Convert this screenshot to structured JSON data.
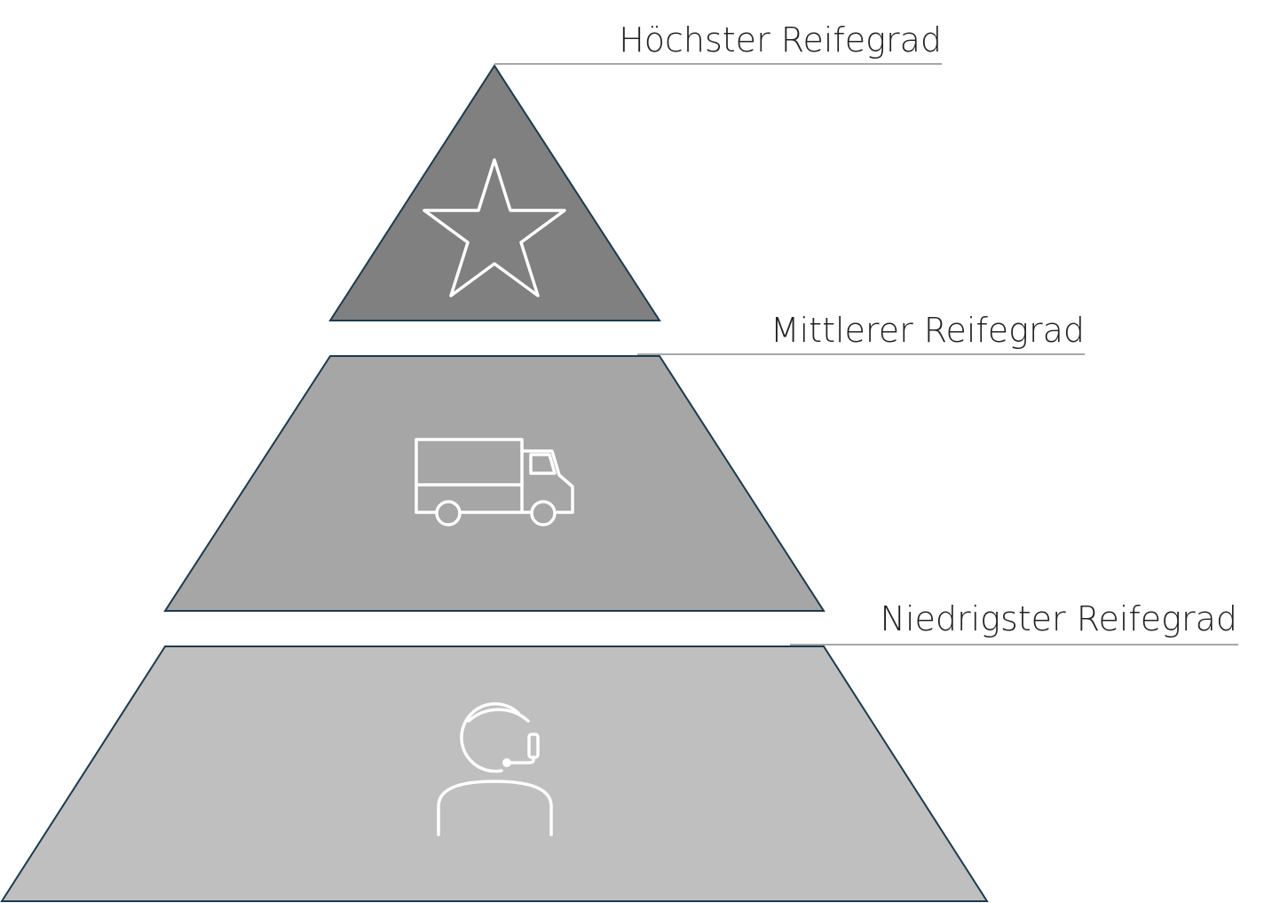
{
  "levels": [
    {
      "label": "Höchster Reifegrad",
      "icon": "star-icon",
      "color": "#808080"
    },
    {
      "label": "Mittlerer Reifegrad",
      "icon": "truck-icon",
      "color": "#a6a6a6"
    },
    {
      "label": "Niedrigster Reifegrad",
      "icon": "headset-agent-icon",
      "color": "#bfbfbf"
    }
  ],
  "colors": {
    "outline": "#1c3a4f",
    "leader_line": "#8a8a8a",
    "icon_stroke": "#ffffff",
    "text": "#222222"
  }
}
